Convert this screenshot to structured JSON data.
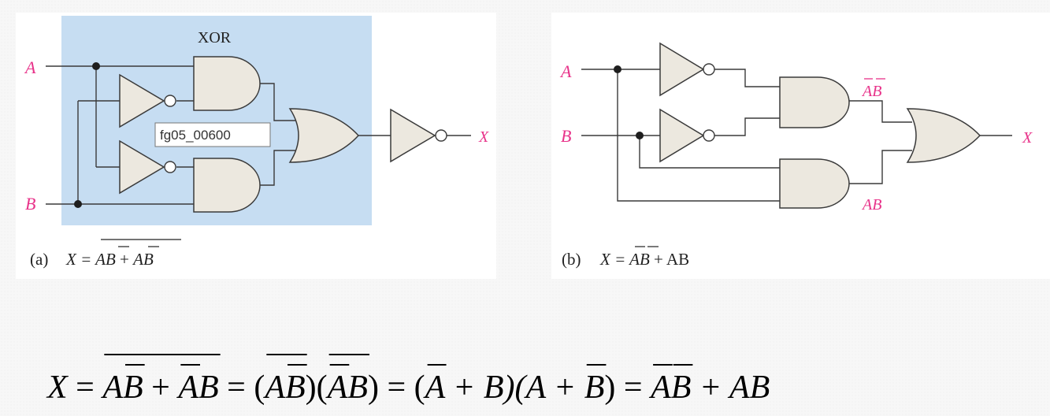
{
  "colors": {
    "pink": "#e8338a",
    "panel": "#c6ddf2",
    "gate_fill": "#ece8df",
    "wire": "#3a3a3a"
  },
  "panel_a": {
    "title": "XOR",
    "input_a": "A",
    "input_b": "B",
    "output": "X",
    "tooltip": "fg05_00600",
    "caption": {
      "label": "(a)",
      "expr": [
        "X = A",
        "B",
        " + ",
        "A",
        "B"
      ]
    }
  },
  "panel_b": {
    "input_a": "A",
    "input_b": "B",
    "output": "X",
    "label_top": [
      "A",
      "B"
    ],
    "label_bottom": "AB",
    "caption": {
      "label": "(b)",
      "expr": [
        "X = ",
        "A",
        "B",
        " + AB"
      ]
    }
  },
  "equation": {
    "parts": [
      "X",
      " = ",
      "A",
      "B",
      " + ",
      "A",
      "B",
      " = (",
      "A",
      "B",
      ")(",
      "A",
      "B",
      ") = (",
      "A",
      " + B)(A + ",
      "B",
      ") = ",
      "A",
      "B",
      " + AB"
    ]
  }
}
